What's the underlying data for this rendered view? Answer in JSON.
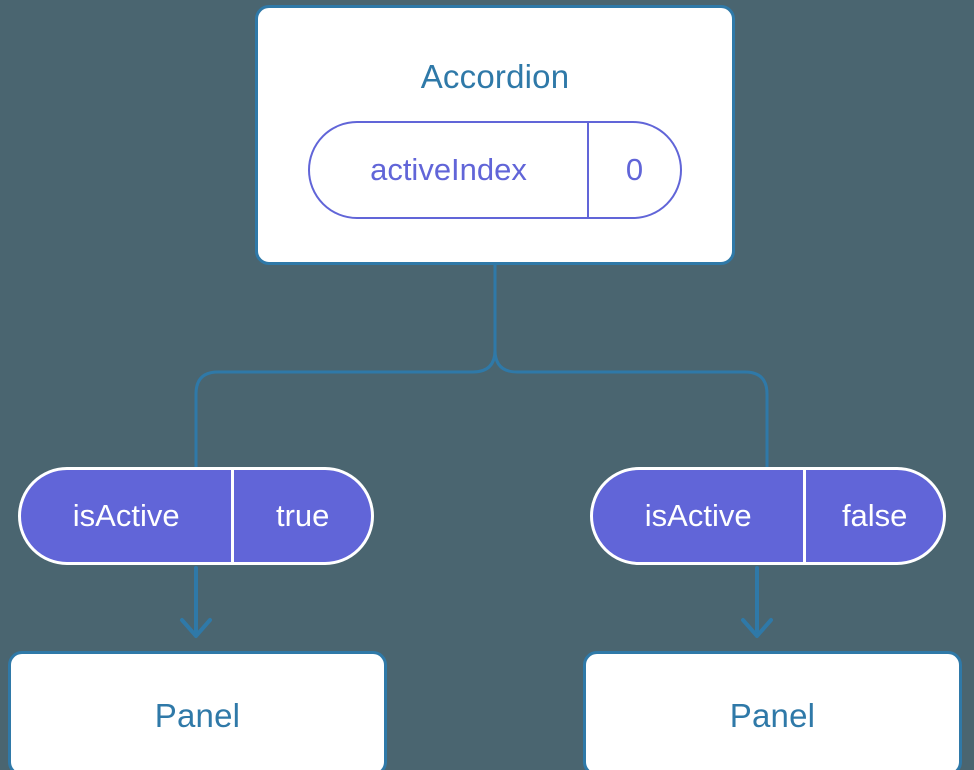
{
  "diagram": {
    "title_text": "Accordion",
    "background_color": "#4a6570",
    "card_border_color": "#2f79a8",
    "card_title_color": "#2f79a8",
    "pill_accent_color": "#6165d8",
    "connector_color": "#2f79a8"
  },
  "root": {
    "component_name": "Accordion",
    "state": {
      "key": "activeIndex",
      "value": "0"
    }
  },
  "branches": [
    {
      "prop": {
        "key": "isActive",
        "value": "true"
      },
      "child_component": "Panel"
    },
    {
      "prop": {
        "key": "isActive",
        "value": "false"
      },
      "child_component": "Panel"
    }
  ]
}
